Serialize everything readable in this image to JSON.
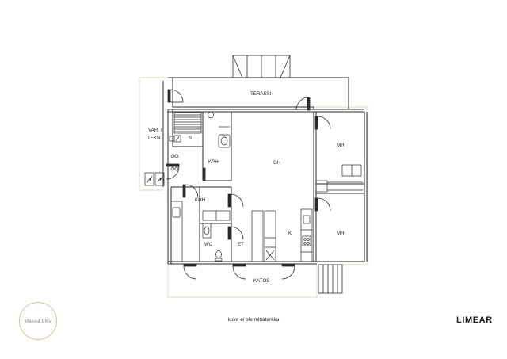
{
  "rooms": {
    "terassi": "TERASSI",
    "var_tekn_line1": "VAR. /",
    "var_tekn_line2": "TEKN.",
    "sauna": "S",
    "kph": "KPH",
    "oh": "OH",
    "mh_top": "MH",
    "khh": "KHH",
    "wc": "WC",
    "et": "ET",
    "k": "K",
    "mh_bottom": "MH",
    "katos": "KATOS"
  },
  "caption": "kuva ei ole mittatarkka",
  "logo_text": "Makea LKV",
  "brand": "LIMEAR",
  "colors": {
    "wall": "#2b2b2b",
    "outline_tan": "#e2d5b6",
    "logo_ring": "#d6c39c",
    "logo_text": "#8a8a8a"
  }
}
